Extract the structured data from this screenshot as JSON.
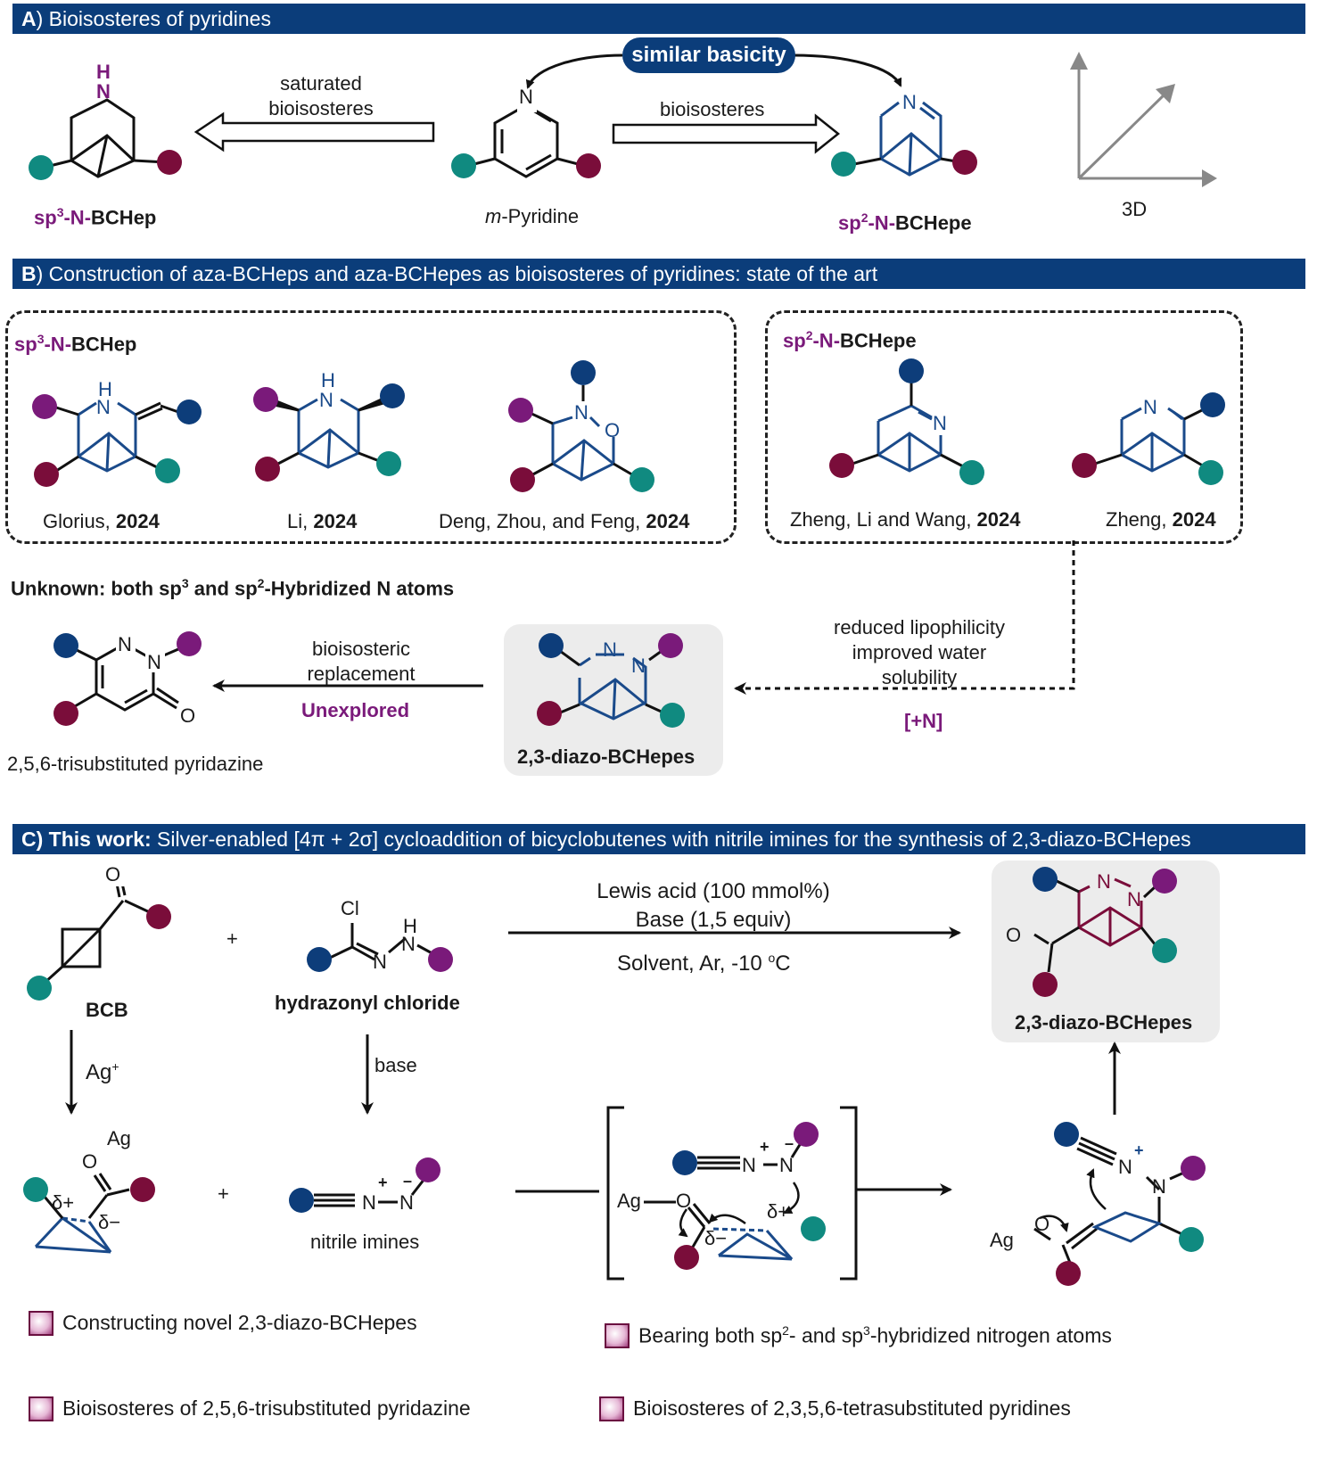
{
  "panel_a": {
    "letter": "A",
    "title": ") Bioisosteres of pyridines",
    "similar_basicity": "similar basicity",
    "saturated": "saturated",
    "bioisosteres_2": "bioisosteres",
    "bioisosteres_right": "bioisosteres",
    "sp3_prefix": "sp",
    "sp3_sup": "3",
    "sp3_suffix": "-N-",
    "bchep": "BCHep",
    "mpyr_m": "m",
    "mpyr_rest": "-Pyridine",
    "sp2_prefix": "sp",
    "sp2_sup": "2",
    "sp2_suffix": "-N-",
    "bchepe": "BCHepe",
    "label_3d": "3D",
    "atom_h": "H",
    "atom_n": "N"
  },
  "panel_b": {
    "letter": "B",
    "title": ") Construction of aza-BCHeps and  aza-BCHepes as bioisosteres of pyridines: state of the art",
    "box1_title_prefix": "sp",
    "box1_title_sup": "3",
    "box1_title_mid": "-N-",
    "box1_title_end": "BCHep",
    "box2_title_prefix": "sp",
    "box2_title_sup": "2",
    "box2_title_mid": "-N-",
    "box2_title_end": "BCHepe",
    "refs": [
      {
        "name": "Glorius, ",
        "year": "2024"
      },
      {
        "name": "Li, ",
        "year": "2024"
      },
      {
        "name": "Deng, Zhou, and Feng, ",
        "year": "2024"
      },
      {
        "name": "Zheng, Li and Wang, ",
        "year": "2024"
      },
      {
        "name": "Zheng, ",
        "year": "2024"
      }
    ],
    "unknown_1": "Unknown: both sp",
    "unknown_sup1": "3",
    "unknown_2": " and sp",
    "unknown_sup2": "2",
    "unknown_3": "-Hybridized N atoms",
    "bioisosteric": "bioisosteric",
    "replacement": "replacement",
    "unexplored": "Unexplored",
    "pyridazine_label": "2,5,6-trisubstituted pyridazine",
    "diazo_label": "2,3-diazo-BCHepes",
    "reduced": "reduced lipophilicity",
    "improved": "improved water",
    "solubility": "solubility",
    "plus_n": "[+N]",
    "atom_o": "O",
    "atom_n": "N",
    "atom_h": "H"
  },
  "panel_c": {
    "title_bold": "C) This work:",
    "title_rest": " Silver-enabled [4π + 2σ] cycloaddition of bicyclobutenes with nitrile imines for the synthesis of 2,3-diazo-BCHepes",
    "bcb": "BCB",
    "plus": "+",
    "hydrazonyl": "hydrazonyl chloride",
    "cond1": "Lewis acid (100 mmol%)",
    "cond2": "Base (1,5 equiv)",
    "cond3": "Solvent, Ar, -10 ",
    "cond3_sup": "o",
    "cond3_end": "C",
    "product_label": "2,3-diazo-BCHepes",
    "ag_plus": "Ag",
    "ag_sup": "+",
    "base": "base",
    "nitrile_imines": "nitrile imines",
    "atom_cl": "Cl",
    "atom_h": "H",
    "atom_n": "N",
    "atom_o": "O",
    "atom_ag": "Ag",
    "delta_plus": "δ+",
    "delta_minus": "δ−",
    "plus_sign": "+",
    "minus_sign": "–"
  },
  "bullets": [
    {
      "text": "Constructing novel 2,3-diazo-BCHepes"
    },
    {
      "text_1": "Bearing both sp",
      "sup1": "2",
      "text_2": "- and sp",
      "sup2": "3",
      "text_3": "-hybridized nitrogen atoms"
    },
    {
      "text": "Bioisosteres of 2,5,6-trisubstituted pyridazine"
    },
    {
      "text": "Bioisosteres of 2,3,5,6-tetrasubstituted pyridines"
    }
  ],
  "colors": {
    "banner": "#0b3d7a",
    "bond_blue": "#1a4a8a",
    "purple_text": "#7a1a7a",
    "dot_teal": "#108a80",
    "dot_maroon": "#7a0d3a",
    "dot_navy": "#0d3d7a",
    "dot_purple": "#7a1a7a"
  }
}
